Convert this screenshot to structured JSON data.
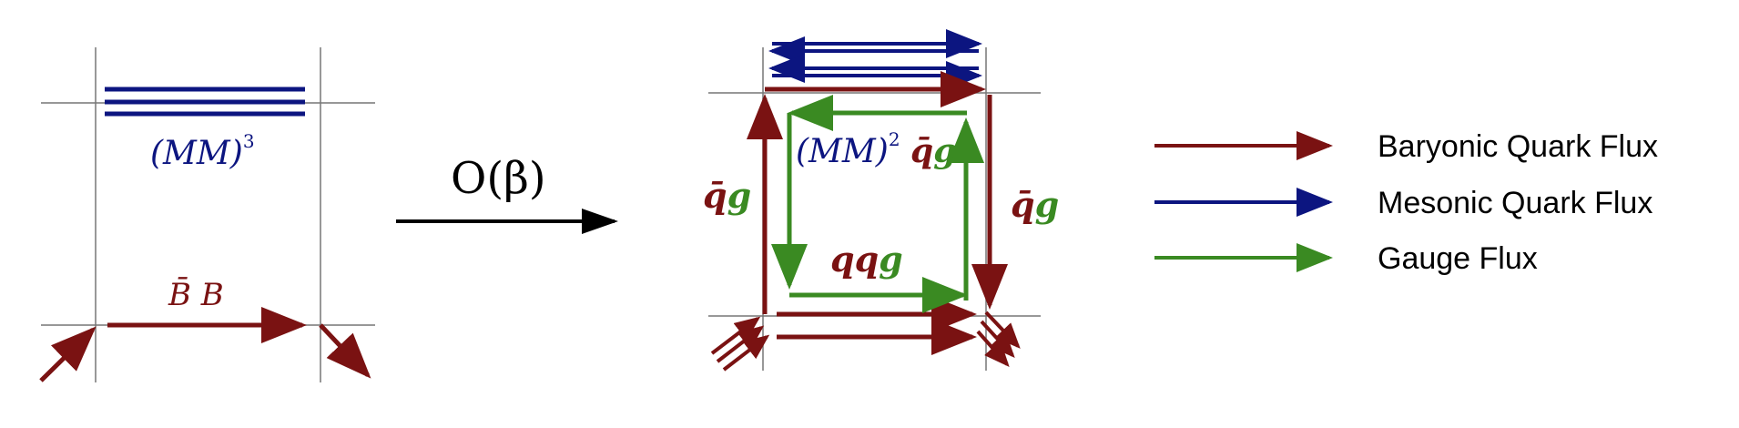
{
  "colors": {
    "baryonic": "#7a1212",
    "mesonic": "#0c1580",
    "gauge": "#3a8a22",
    "grid": "#777777",
    "arrow": "#000000"
  },
  "left_panel": {
    "mm_label_base": "(MM)",
    "mm_label_exp": "3",
    "bb_label": "B̄ B"
  },
  "transition": {
    "order_label": "O(β)"
  },
  "right_panel": {
    "mm_label_base": "(MM)",
    "mm_label_exp": "2",
    "qbar_g_inner": "q̄g",
    "qbar_g_left": "q̄g",
    "qbar_g_right": "q̄g",
    "qqg": "qqg",
    "q": "q",
    "g": "g",
    "qbar": "q̄"
  },
  "legend": {
    "items": [
      {
        "label": "Baryonic Quark Flux",
        "color_key": "baryonic"
      },
      {
        "label": "Mesonic Quark Flux",
        "color_key": "mesonic"
      },
      {
        "label": "Gauge Flux",
        "color_key": "gauge"
      }
    ]
  }
}
